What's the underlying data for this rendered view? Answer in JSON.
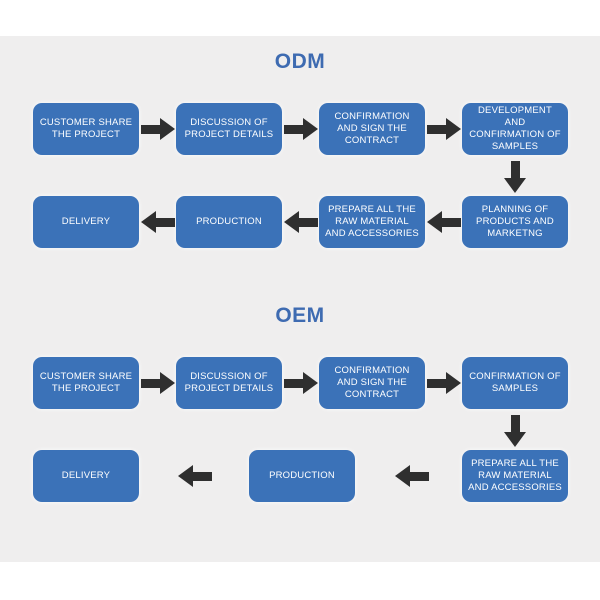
{
  "colors": {
    "page_bg": "#ffffff",
    "panel_bg": "#efeeee",
    "box_bg": "#3b72b8",
    "box_text": "#ffffff",
    "title_text": "#3e6bb1",
    "arrow": "#2f2f2f"
  },
  "odm": {
    "title": "ODM",
    "row1": [
      "CUSTOMER SHARE THE PROJECT",
      "DISCUSSION OF PROJECT DETAILS",
      "CONFIRMATION AND SIGN THE CONTRACT",
      "DEVELOPMENT AND CONFIRMATION OF SAMPLES"
    ],
    "row2": [
      "DELIVERY",
      "PRODUCTION",
      "PREPARE ALL THE RAW MATERIAL AND ACCESSORIES",
      "PLANNING OF PRODUCTS AND MARKETNG"
    ]
  },
  "oem": {
    "title": "OEM",
    "row1": [
      "CUSTOMER SHARE THE PROJECT",
      "DISCUSSION OF PROJECT DETAILS",
      "CONFIRMATION AND SIGN THE CONTRACT",
      "CONFIRMATION OF SAMPLES"
    ],
    "row2": [
      "DELIVERY",
      "PRODUCTION",
      "PREPARE ALL THE RAW MATERIAL AND ACCESSORIES"
    ]
  }
}
